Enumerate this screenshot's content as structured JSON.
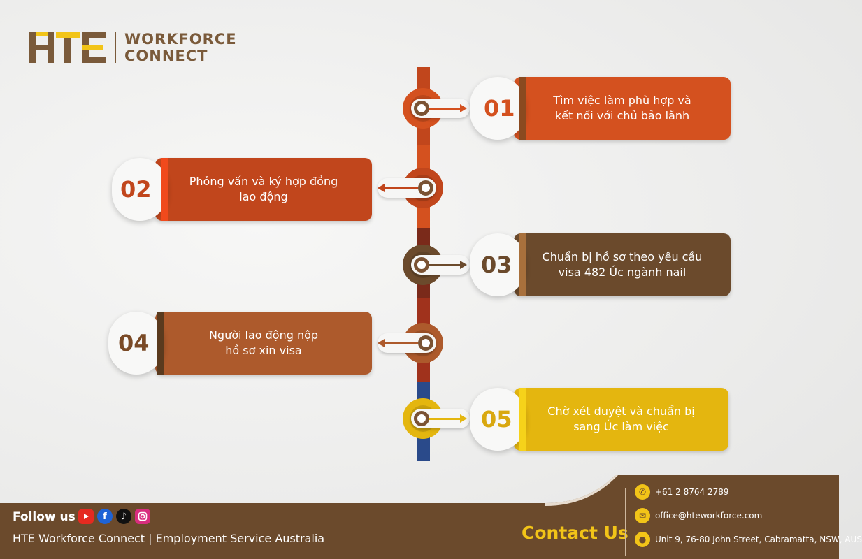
{
  "brand": {
    "name_line1": "WORKFORCE",
    "name_line2": "CONNECT",
    "mark": "HTE"
  },
  "steps": [
    {
      "number": "01",
      "text_line1": "Tìm việc làm phù hợp và",
      "text_line2": "kết nối với chủ bảo lãnh",
      "color": "#d4511f"
    },
    {
      "number": "02",
      "text_line1": "Phỏng vấn và ký hợp đồng",
      "text_line2": "lao động",
      "color": "#c1461c"
    },
    {
      "number": "03",
      "text_line1": "Chuẩn bị hồ sơ theo yêu cầu",
      "text_line2": "visa 482 Úc ngành nail",
      "color": "#6b4a2c"
    },
    {
      "number": "04",
      "text_line1": "Người lao động nộp",
      "text_line2": "hồ sơ xin visa",
      "color": "#ad5a2c"
    },
    {
      "number": "05",
      "text_line1": "Chờ xét duyệt và chuẩn bị",
      "text_line2": "sang Úc làm việc",
      "color": "#e4b60f"
    }
  ],
  "footer": {
    "follow_label": "Follow us",
    "social_icons": [
      "youtube-icon",
      "facebook-icon",
      "tiktok-icon",
      "instagram-icon"
    ],
    "company_line": "HTE Workforce Connect | Employment Service Australia",
    "contact_title": "Contact Us",
    "phone": "+61 2 8764 2789",
    "email": "office@hteworkforce.com",
    "address": "Unit 9, 76-80 John Street, Cabramatta, NSW, AUS",
    "bg_color": "#6b4a2c",
    "accent_color": "#f2c418"
  }
}
